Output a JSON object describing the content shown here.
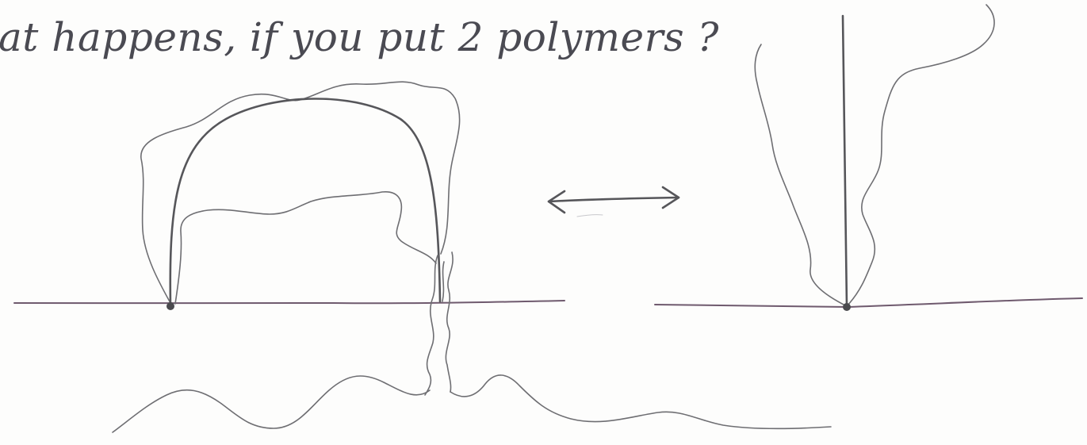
{
  "caption": "at happens, if you put 2 polymers ?",
  "colors": {
    "ink": "#56565a",
    "surface_line": "#6f5a6e",
    "paper": "#fdfdfc"
  },
  "icons": {
    "arrow": "double-headed-arrow",
    "anchor": "anchor-dot"
  }
}
